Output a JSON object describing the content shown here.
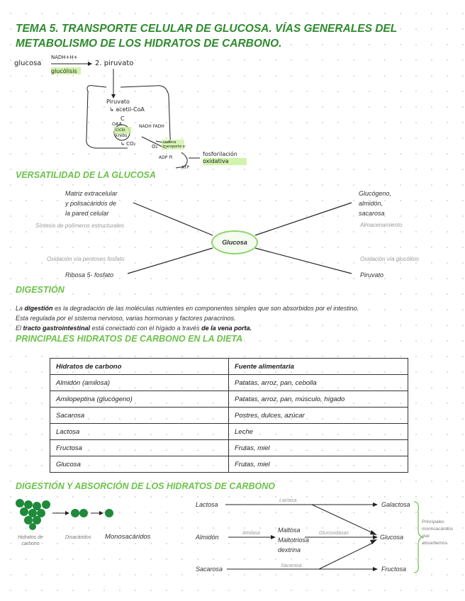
{
  "title": "TEMA 5. TRANSPORTE CELULAR DE GLUCOSA. VÍAS GENERALES DEL METABOLISMO DE LOS HIDRATOS DE CARBONO.",
  "sketch": {
    "glucosa": "glucosa",
    "top_reaction": "NADH+H+",
    "piruvato_top": "2. piruvato",
    "glucolisis": "glucólisis",
    "piruvato_inner": "Piruvato",
    "acetil": "↳ acetil-CoA",
    "c_label": "C",
    "oaa": "OAA",
    "ciclo": "ciclo",
    "krebs": "krebs",
    "co2": "↳ CO₂",
    "nadh": "NADH FADH",
    "o2": "O₂",
    "cadena": "cadena transporte e⁻",
    "adp": "ADP Pi",
    "atp": "ATP",
    "fosforilacion": "fosforilación oxidativa"
  },
  "versatilidad": {
    "heading": "VERSATILIDAD DE LA GLUCOSA",
    "center": "Glucosa",
    "top_left_lines": [
      "Matriz extracelular",
      "y polisacáridos de",
      "la pared celular"
    ],
    "top_left_sub": "Síntesis de polímeros estructurales",
    "top_right_lines": [
      "Glucógeno,",
      "almidón,",
      "sacarosa"
    ],
    "top_right_sub": "Almacenamiento",
    "bottom_left_sub": "Oxidación vía pentoses fosfato",
    "bottom_left": "Ribosa 5- fosfato",
    "bottom_right_sub": "Oxidación vía glucólisis",
    "bottom_right": "Piruvato"
  },
  "digestion": {
    "heading": "DIGESTIÓN",
    "p1_pre": "La ",
    "p1_bold": "digestión",
    "p1_post": " es la degradación de las moléculas nutrientes en componentes simples que son absorbidos por el intestino.",
    "p2": "Esta regulada por el sistema nervioso, varias hormonas y factores paracrinos.",
    "p3_pre": "El ",
    "p3_bold": "tracto gastrointestinal",
    "p3_mid": " está conectado con el hígado a través ",
    "p3_bold2": "de la vena porta."
  },
  "dieta": {
    "heading": "PRINCIPALES HIDRATOS DE CARBONO EN LA DIETA",
    "col1": "Hidratos de carbono",
    "col2": "Fuente alimentaria",
    "rows": [
      [
        "Almidón (amilosa)",
        "Patatas, arroz, pan, cebolla"
      ],
      [
        "Amilopeptina (glucógeno)",
        "Patatas, arroz, pan, músculo, hígado"
      ],
      [
        "Sacarosa",
        "Postres, dulces, azúcar"
      ],
      [
        "Lactosa",
        "Leche"
      ],
      [
        "Fructosa",
        "Frutas, miel"
      ],
      [
        "Glucosa",
        "Frutas, miel"
      ]
    ]
  },
  "absorcion": {
    "heading": "DIGESTIÓN Y ABSORCIÓN DE LOS HIDRATOS DE CARBONO",
    "hidratos_label_1": "Hidratos de",
    "hidratos_label_2": "carbono",
    "disacaridos": "Disacáridos",
    "monosacaridos": "Monosacáridos",
    "lactosa": "Lactosa",
    "lactasa": "Lactasa",
    "galactosa": "Galactosa",
    "almidon": "Almidón",
    "amilasa": "Amilasa",
    "maltosa": "Maltosa",
    "maltotriosa": "Maltotriosa",
    "dextrina": "dextrina",
    "glucosidasas": "Glucosidasas",
    "glucosa": "Glucosa",
    "sacarosa": "Sacarosa",
    "sacarasa": "Sacarasa",
    "fructosa": "Fructosa",
    "brace_lines": [
      "Principales",
      "monosacáridos",
      "que",
      "absorbemos"
    ]
  },
  "colors": {
    "title_green": "#2e8b2e",
    "section_green": "#6cc24a",
    "highlight_green": "#8ed36e",
    "grape_green": "#1e8a3a"
  }
}
